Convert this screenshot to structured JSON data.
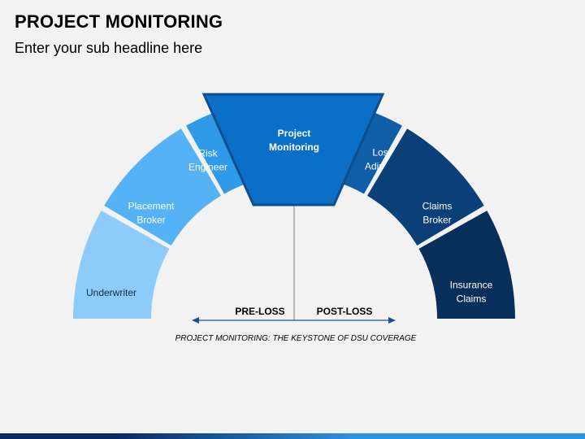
{
  "slide": {
    "title": "PROJECT MONITORING",
    "subtitle": "Enter your sub headline here"
  },
  "diagram": {
    "center": {
      "line1": "Project",
      "line2": "Monitoring",
      "color": "#0b6fc7",
      "border": "#0b4f8f"
    },
    "segments": [
      {
        "id": "underwriter",
        "lines": [
          "Underwriter"
        ],
        "fill": "#8ccbfa",
        "text_color": "#0d2a4a"
      },
      {
        "id": "placement-broker",
        "lines": [
          "Placement",
          "Broker"
        ],
        "fill": "#55b3f5",
        "text_color": "#ffffff"
      },
      {
        "id": "risk-engineer",
        "lines": [
          "Risk",
          "Engineer"
        ],
        "fill": "#2f9be8",
        "text_color": "#ffffff"
      },
      {
        "id": "loss-adjuster",
        "lines": [
          "Loss",
          "Adjuster"
        ],
        "fill": "#0f5ea8",
        "text_color": "#ffffff"
      },
      {
        "id": "claims-broker",
        "lines": [
          "Claims",
          "Broker"
        ],
        "fill": "#0a3f78",
        "text_color": "#ffffff"
      },
      {
        "id": "insurance-claims",
        "lines": [
          "Insurance",
          "Claims"
        ],
        "fill": "#082f5a",
        "text_color": "#ffffff"
      }
    ],
    "pre_loss": "PRE-LOSS",
    "post_loss": "POST-LOSS",
    "caption": "PROJECT MONITORING: THE KEYSTONE OF DSU COVERAGE",
    "arrow_color": "#1f4e8c"
  },
  "footer": {
    "colors": [
      "#0a2a5e",
      "#2f8fe0"
    ]
  }
}
